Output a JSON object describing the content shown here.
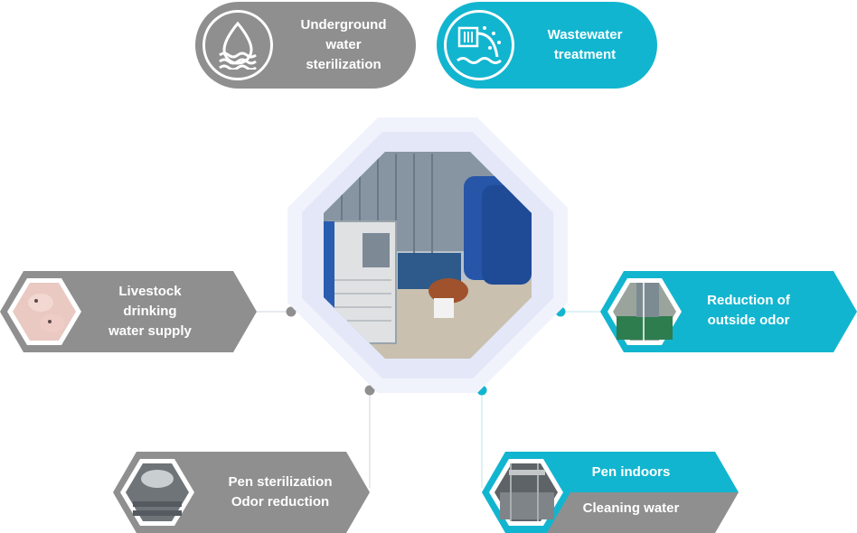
{
  "top": {
    "underground": {
      "lines": [
        "Underground",
        "water",
        "sterilization"
      ]
    },
    "wastewater": {
      "lines": [
        "Wastewater",
        "treatment"
      ]
    }
  },
  "left": {
    "lines": [
      "Livestock",
      "drinking",
      "water supply"
    ]
  },
  "right": {
    "lines": [
      "Reduction of",
      "outside odor"
    ]
  },
  "bottom_left": {
    "lines": [
      "Pen sterilization",
      "Odor reduction"
    ]
  },
  "bottom_right": {
    "top": "Pen indoors",
    "bottom": "Cleaning water"
  },
  "icons": {
    "underground": "water-drop-icon",
    "wastewater": "wastewater-outflow-icon"
  },
  "colors": {
    "gray": "#8f8f8f",
    "cyan": "#12b5cf",
    "ring": "#eef0fb"
  }
}
